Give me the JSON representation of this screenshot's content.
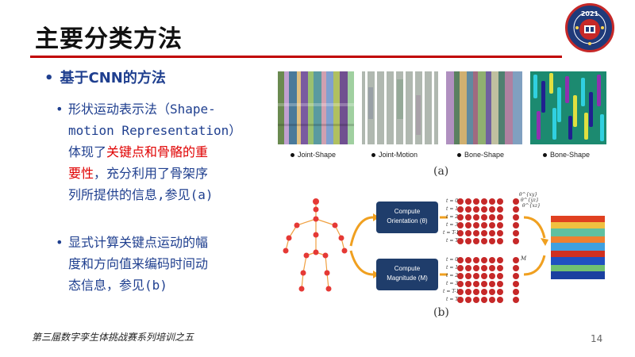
{
  "slide": {
    "title": "主要分类方法",
    "footer": "第三届数字孪生体挑战赛系列培训之五",
    "page_number": "14"
  },
  "logo": {
    "year": "2021",
    "colors": {
      "ring": "#c62828",
      "fill": "#1f3a7a"
    }
  },
  "bullets": {
    "level1": {
      "marker": "•",
      "text": "基于CNN的方法"
    },
    "item1": {
      "marker": "•",
      "line1": "形状运动表示法（Shape-",
      "line2": "motion Representation）",
      "line3_pre": "体现了",
      "line3_red": "关键点和骨骼的重",
      "line4_red": "要性",
      "line4_post": "，充分利用了骨架序",
      "line5": "列所提供的信息,参见(a)"
    },
    "item2": {
      "marker": "•",
      "line1": "显式计算关键点运动的幅",
      "line2": "度和方向值来编码时间动",
      "line3": "态信息，参见(b)"
    }
  },
  "figure_a": {
    "label": "(a)",
    "captions": [
      "Joint-Shape",
      "Joint-Motion",
      "Bone-Shape",
      "Bone-Shape"
    ]
  },
  "figure_b": {
    "label": "(b)",
    "box1": {
      "line1": "Compute",
      "line2": "Orientation (θ)"
    },
    "box2": {
      "line1": "Compute",
      "line2": "Magnitude (M)"
    },
    "row_labels_top": [
      "t = 0",
      "t = 1",
      "t = 2",
      "t = 3",
      "t = T-1",
      "t = T"
    ],
    "row_labels_bottom": [
      "t = 0",
      "t = 1",
      "t = 2",
      "t = 3",
      "t = T-1",
      "t = T"
    ],
    "theta_labels": [
      "θ^{xy}",
      "θ^{yz}",
      "θ^{xz}"
    ],
    "m_label": "M"
  },
  "colors": {
    "accent_red": "#c00000",
    "text_blue": "#1f3f8f",
    "highlight_red": "#e00000",
    "box_navy": "#1f3d6b",
    "arrow_orange": "#f0a020"
  }
}
